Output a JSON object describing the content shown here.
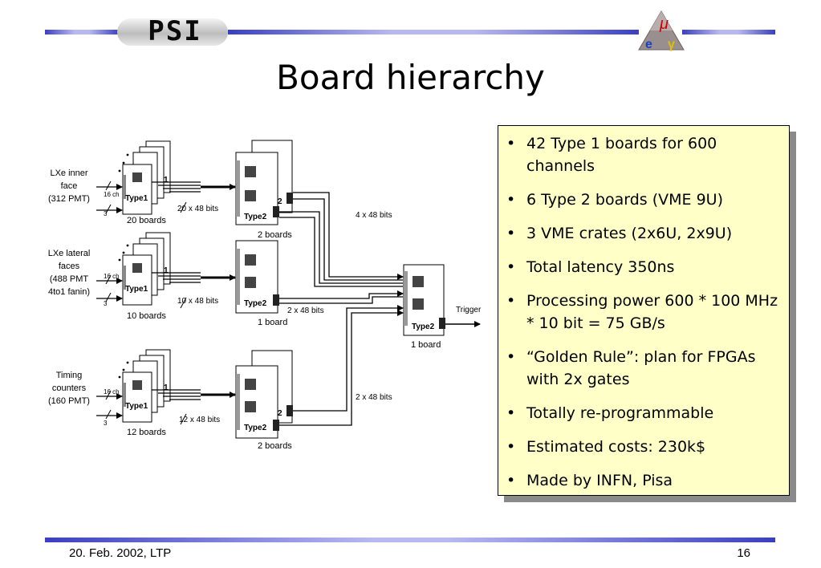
{
  "header": {
    "logo_text": "PSI",
    "mu_symbol": "μ",
    "e_symbol": "e",
    "gamma_symbol": "γ"
  },
  "title": "Board hierarchy",
  "diagram": {
    "groups": [
      {
        "source_label": [
          "LXe inner",
          "face",
          "(312 PMT)"
        ],
        "channels": "16 ch",
        "input_count": "3",
        "board_label": "Type1",
        "board_count": "20 boards",
        "bus": "20 x 48 bits",
        "type2_label": "Type2",
        "type2_count": "2 boards",
        "type2_peek": "2",
        "output": "4 x 48 bits"
      },
      {
        "source_label": [
          "LXe lateral",
          "faces",
          "(488 PMT",
          "4to1 fanin)"
        ],
        "channels": "16 ch",
        "input_count": "3",
        "board_label": "Type1",
        "board_count": "10 boards",
        "bus": "10 x 48 bits",
        "type2_label": "Type2",
        "type2_count": "1 board",
        "output": "2 x 48 bits"
      },
      {
        "source_label": [
          "Timing",
          "counters",
          "(160 PMT)"
        ],
        "channels": "16 ch",
        "input_count": "3",
        "board_label": "Type1",
        "board_count": "12 boards",
        "bus": "12 x 48 bits",
        "type2_label": "Type2",
        "type2_count": "2 boards",
        "type2_peek": "2",
        "output": "2 x 48 bits"
      }
    ],
    "final": {
      "label": "Type2",
      "count": "1 board",
      "output": "Trigger"
    },
    "type1_peek": "1"
  },
  "bullets": [
    "42 Type 1 boards for 600 channels",
    "6 Type 2 boards (VME 9U)",
    "3 VME crates (2x6U, 2x9U)",
    "Total latency 350ns",
    "Processing power 600 * 100 MHz * 10 bit = 75 GB/s",
    "“Golden Rule”: plan for FPGAs with 2x gates",
    "Totally re-programmable",
    "Estimated costs: 230k$",
    "Made by INFN, Pisa"
  ],
  "bullet_char": "•",
  "footer": {
    "date": "20. Feb. 2002, LTP",
    "page": "16"
  },
  "colors": {
    "accent_blue": "#3b3fc0",
    "box_fill": "#ffffc8"
  }
}
